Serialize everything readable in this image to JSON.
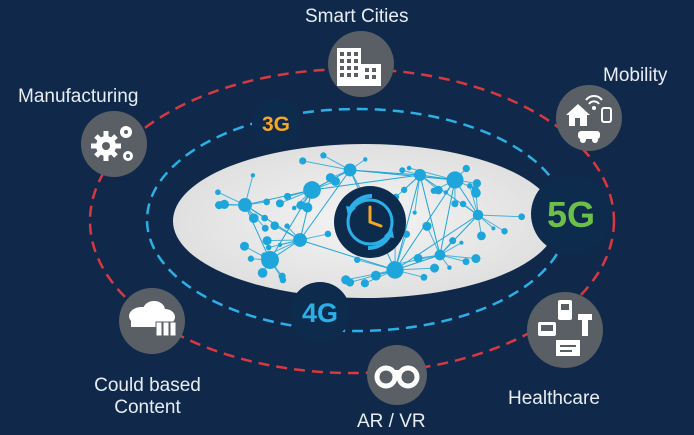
{
  "labels": {
    "smart_cities": "Smart Cities",
    "mobility": "Mobility",
    "manufacturing": "Manufacturing",
    "cloud_content_line1": "Could based",
    "cloud_content_line2": "Content",
    "ar_vr": "AR / VR",
    "healthcare": "Healthcare"
  },
  "generations": {
    "g3": "3G",
    "g4": "4G",
    "g5": "5G"
  },
  "icons": {
    "smart_cities": "buildings-icon",
    "mobility": "home-wifi-car-watch-icon",
    "manufacturing": "gears-icon",
    "cloud_content": "cloud-servers-icon",
    "ar_vr": "vr-goggles-icon",
    "healthcare": "medical-devices-icon",
    "center": "clock-sync-icon"
  },
  "colors": {
    "background": "#10294a",
    "outer_ring": "#d8383f",
    "inner_ring": "#2ab0e6",
    "network_node": "#1ea6dc",
    "g3_text": "#f5a623",
    "g4_text": "#2ab0e6",
    "g5_text": "#6cc04a",
    "badge_bg": "#0c2b4d",
    "icon_circle": "#5a5f66"
  }
}
